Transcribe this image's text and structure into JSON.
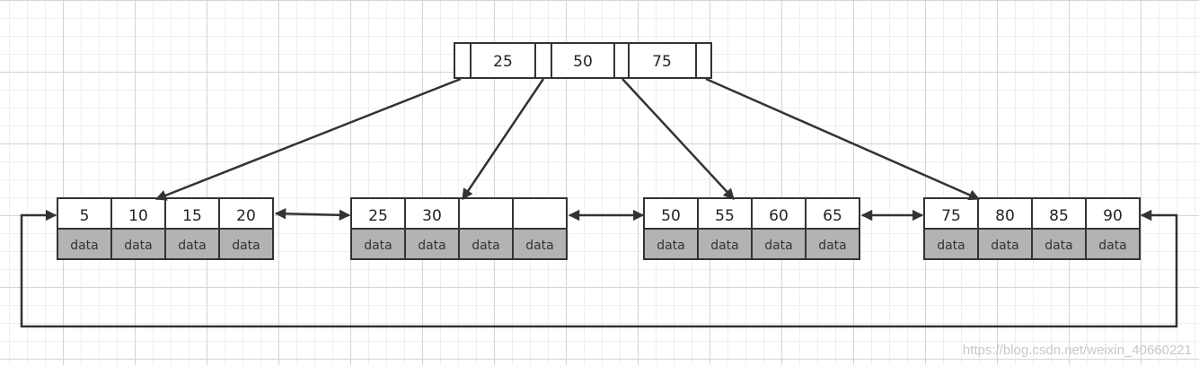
{
  "root": {
    "keys": [
      "25",
      "50",
      "75"
    ]
  },
  "leaves": [
    {
      "keys": [
        "5",
        "10",
        "15",
        "20"
      ],
      "data": [
        "data",
        "data",
        "data",
        "data"
      ]
    },
    {
      "keys": [
        "25",
        "30",
        "",
        ""
      ],
      "data": [
        "data",
        "data",
        "data",
        "data"
      ]
    },
    {
      "keys": [
        "50",
        "55",
        "60",
        "65"
      ],
      "data": [
        "data",
        "data",
        "data",
        "data"
      ]
    },
    {
      "keys": [
        "75",
        "80",
        "85",
        "90"
      ],
      "data": [
        "data",
        "data",
        "data",
        "data"
      ]
    }
  ],
  "watermark": "https://blog.csdn.net/weixin_40660221"
}
